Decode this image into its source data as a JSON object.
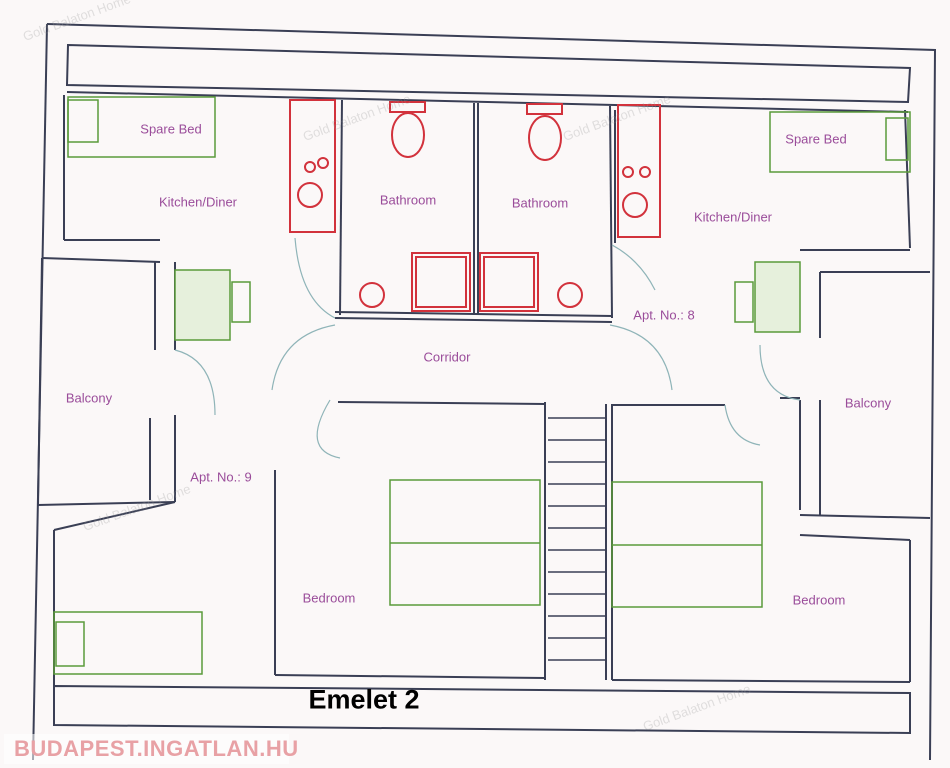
{
  "title": "Emelet 2",
  "rooms": {
    "spare_bed_left": "Spare Bed",
    "kitchen_left": "Kitchen/Diner",
    "bathroom_left": "Bathroom",
    "bathroom_right": "Bathroom",
    "kitchen_right": "Kitchen/Diner",
    "spare_bed_right": "Spare Bed",
    "apt_8": "Apt. No.: 8",
    "corridor": "Corridor",
    "balcony_left": "Balcony",
    "balcony_right": "Balcony",
    "apt_9": "Apt. No.: 9",
    "bedroom_left": "Bedroom",
    "bedroom_right": "Bedroom"
  },
  "watermark": "Gold Balaton Home",
  "brand": "BUDAPEST.INGATLAN.HU",
  "colors": {
    "walls": "#3a3f55",
    "labels": "#9a4c9a",
    "sanitary": "#d2323c",
    "furniture": "#5a9a3a"
  }
}
